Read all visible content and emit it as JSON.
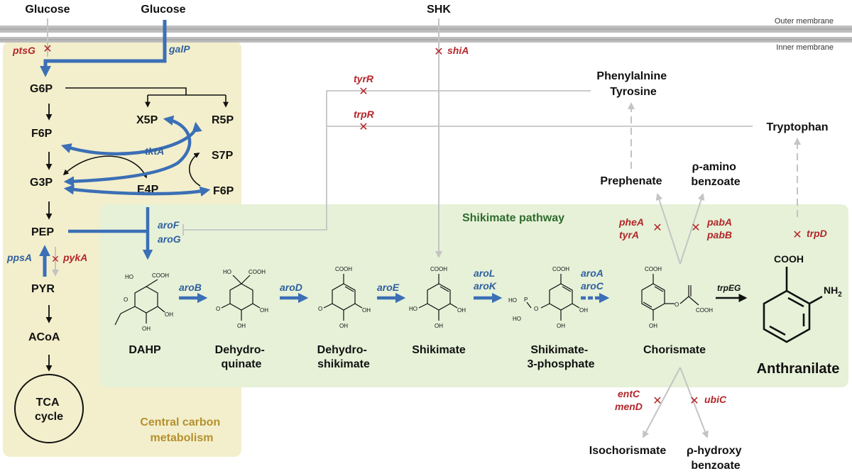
{
  "membranes": {
    "outer": "Outer membrane",
    "inner": "Inner membrane"
  },
  "regions": {
    "central_title": [
      "Central carbon",
      "metabolism"
    ],
    "shikimate_title": "Shikimate pathway"
  },
  "central": {
    "glucose_left": "Glucose",
    "glucose_right": "Glucose",
    "g6p": "G6P",
    "f6p": "F6P",
    "g3p": "G3P",
    "pep": "PEP",
    "pyr": "PYR",
    "acoa": "ACoA",
    "tca": [
      "TCA",
      "cycle"
    ],
    "x5p": "X5P",
    "r5p": "R5P",
    "s7p": "S7P",
    "e4p": "E4P",
    "f6p2": "F6P"
  },
  "genes_blue": {
    "galP": "galP",
    "tktA": "tktA",
    "aroF": "aroF",
    "aroG": "aroG",
    "ppsA": "ppsA",
    "aroB": "aroB",
    "aroD": "aroD",
    "aroE": "aroE",
    "aroL": "aroL",
    "aroK": "aroK",
    "aroA": "aroA",
    "aroC": "aroC"
  },
  "genes_red": {
    "ptsG": "ptsG",
    "pykA": "pykA",
    "shiA": "shiA",
    "tyrR": "tyrR",
    "trpR": "trpR",
    "pheA": "pheA",
    "tyrA": "tyrA",
    "pabA": "pabA",
    "pabB": "pabB",
    "trpD": "trpD",
    "entC": "entC",
    "menD": "menD",
    "ubiC": "ubiC"
  },
  "gene_black": {
    "trpEG": "trpEG"
  },
  "shikimate_nodes": {
    "shk": "SHK",
    "dahp": "DAHP",
    "dehydroquinate": [
      "Dehydro-",
      "quinate"
    ],
    "dehydroshikimate": [
      "Dehydro-",
      "shikimate"
    ],
    "shikimate": "Shikimate",
    "s3p": [
      "Shikimate-",
      "3-phosphate"
    ],
    "chorismate": "Chorismate",
    "anthranilate": "Anthranilate"
  },
  "branch_products": {
    "phe_tyr": [
      "Phenylalnine",
      "Tyrosine"
    ],
    "tryptophan": "Tryptophan",
    "prephenate": "Prephenate",
    "pab": [
      "ρ-amino",
      "benzoate"
    ],
    "isochorismate": "Isochorismate",
    "phb": [
      "ρ-hydroxy",
      "benzoate"
    ]
  },
  "structure_labels": {
    "ho": "HO",
    "oh": "OH",
    "o": "O",
    "cooh": "COOH",
    "p": "P",
    "nh2": "NH",
    "sub2": "2"
  },
  "colors": {
    "central_bg": "#f3efcc",
    "shikimate_bg": "#e6f1d8",
    "blue": "#3b6fb6",
    "red": "#b3262a",
    "grey": "#c4c4c4"
  }
}
